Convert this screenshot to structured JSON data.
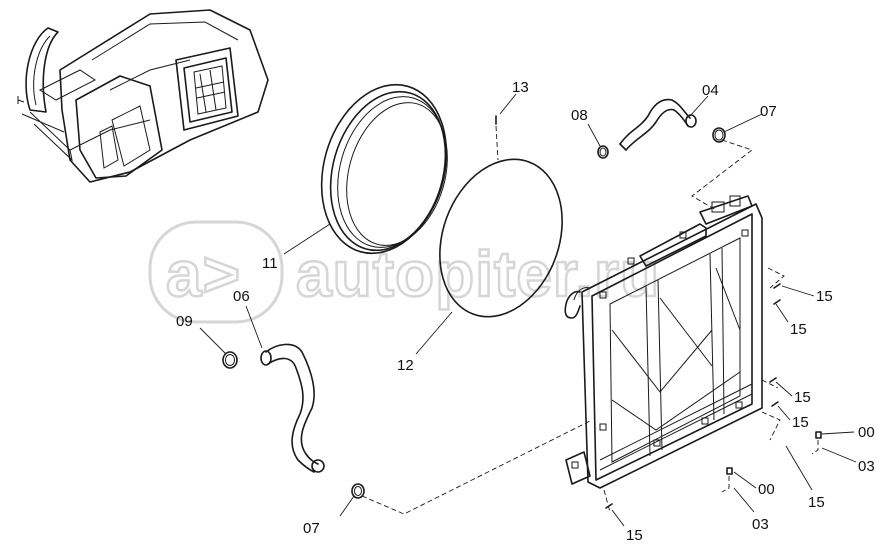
{
  "watermark": {
    "logo_text": "a>",
    "text": "autopiter.ru"
  },
  "callouts": [
    {
      "id": "13",
      "text": "13"
    },
    {
      "id": "04",
      "text": "04"
    },
    {
      "id": "08",
      "text": "08"
    },
    {
      "id": "07a",
      "text": "07"
    },
    {
      "id": "11",
      "text": "11"
    },
    {
      "id": "06",
      "text": "06"
    },
    {
      "id": "09",
      "text": "09"
    },
    {
      "id": "12",
      "text": "12"
    },
    {
      "id": "15a",
      "text": "15"
    },
    {
      "id": "15b",
      "text": "15"
    },
    {
      "id": "15c",
      "text": "15"
    },
    {
      "id": "15d",
      "text": "15"
    },
    {
      "id": "00a",
      "text": "00"
    },
    {
      "id": "03a",
      "text": "03"
    },
    {
      "id": "15e",
      "text": "15"
    },
    {
      "id": "00b",
      "text": "00"
    },
    {
      "id": "03b",
      "text": "03"
    },
    {
      "id": "07b",
      "text": "07"
    },
    {
      "id": "15f",
      "text": "15"
    }
  ]
}
